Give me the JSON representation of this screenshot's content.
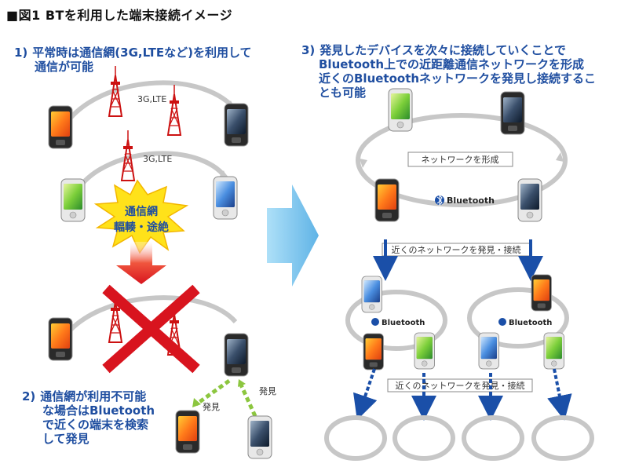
{
  "title": "■図1 BTを利用した端末接続イメージ",
  "step1": {
    "num": "1)",
    "line1": "平常時は通信網(3G,LTEなど)を利用して",
    "line2": "通信が可能"
  },
  "step2": {
    "num": "2)",
    "line1": "通信網が利用不可能",
    "line2": "な場合はBluetooth",
    "line3": "で近くの端末を検索",
    "line4": "して発見"
  },
  "step3": {
    "num": "3)",
    "line1": "発見したデバイスを次々に接続していくことで",
    "line2": "Bluetooth上での近距離通信ネットワークを形成",
    "line3": "近くのBluetoothネットワークを発見し接続するこ",
    "line4": "とも可能"
  },
  "network_label_1": "3G,LTE",
  "network_label_2": "3G,LTE",
  "burst": {
    "line1": "通信網",
    "line2": "輻輳・途絶"
  },
  "found_label_1": "発見",
  "found_label_2": "発見",
  "form_network": "ネットワークを形成",
  "bluetooth": "Bluetooth",
  "discover_connect_1": "近くのネットワークを発見・接続",
  "discover_connect_2": "近くのネットワークを発見・接続",
  "colors": {
    "accent_blue": "#1f4ea0",
    "arrow_blue": "#1a4fa8",
    "big_arrow": "#7ec3ec",
    "cross_red": "#d8141e",
    "burst_yellow": "#ffe21a",
    "dashed_green": "#8cc63f"
  }
}
